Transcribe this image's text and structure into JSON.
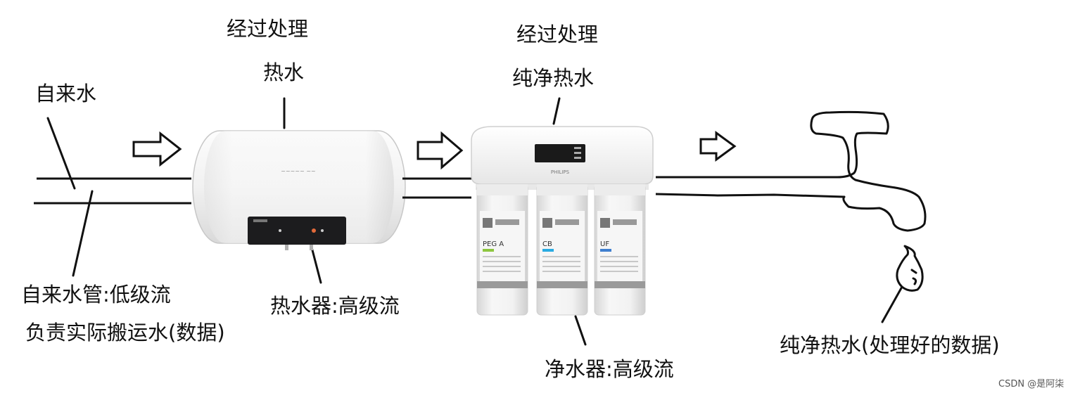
{
  "labels": {
    "tap_water": "自来水",
    "heater_top_1": "经过处理",
    "heater_top_2": "热水",
    "purifier_top_1": "经过处理",
    "purifier_top_2": "纯净热水",
    "pipe_1": "自来水管:低级流",
    "pipe_2": "负责实际搬运水(数据)",
    "heater": "热水器:高级流",
    "purifier": "净水器:高级流",
    "output": "纯净热水(处理好的数据)"
  },
  "devices": {
    "purifier_brand": "PHILIPS",
    "filters": [
      {
        "code": "PEG A",
        "tag_color": "#8dc63f"
      },
      {
        "code": "CB",
        "tag_color": "#29abe2"
      },
      {
        "code": "UF",
        "tag_color": "#3f7fcf"
      }
    ]
  },
  "watermark": "CSDN @是阿柒"
}
